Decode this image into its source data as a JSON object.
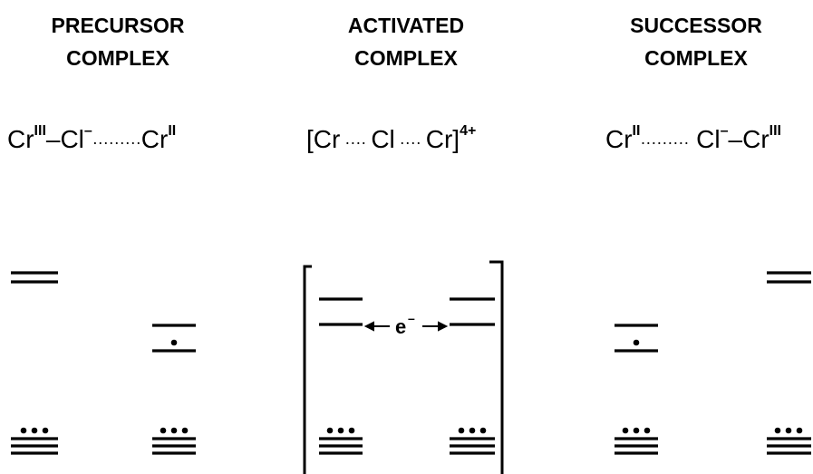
{
  "columns": [
    {
      "title_line1": "PRECURSOR",
      "title_line2": "COMPLEX",
      "formula": {
        "a": "Cr",
        "a_sup": "III",
        "b": "–Cl",
        "b_sup": "–",
        "dots": "·········",
        "c": "Cr",
        "c_sup": "II"
      }
    },
    {
      "title_line1": "ACTIVATED",
      "title_line2": "COMPLEX",
      "formula": {
        "open": "[",
        "a": "Cr",
        "dots1": " ···· ",
        "b": "Cl",
        "dots2": " ···· ",
        "c": "Cr",
        "close": "]",
        "charge": "4+"
      }
    },
    {
      "title_line1": "SUCCESSOR",
      "title_line2": "COMPLEX",
      "formula": {
        "a": "Cr",
        "a_sup": "II",
        "dots": "·········",
        "b": " Cl",
        "b_sup": "–",
        "dash": "–",
        "c": "Cr",
        "c_sup": "III"
      }
    }
  ],
  "electron_label": "e",
  "electron_sup": "–"
}
